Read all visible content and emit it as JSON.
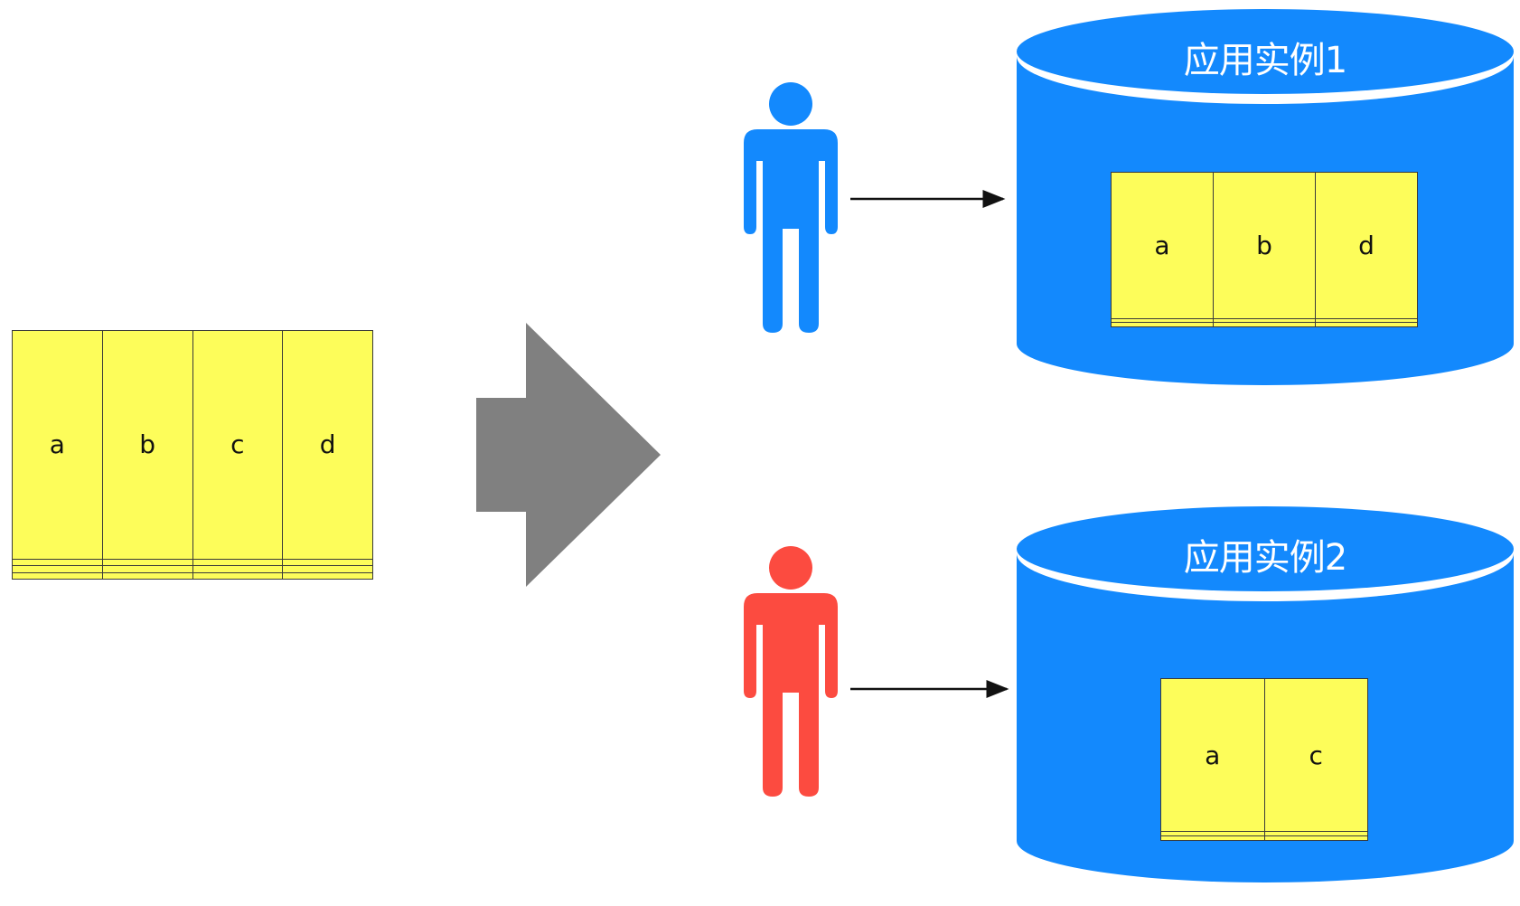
{
  "source_table": {
    "headers": [
      "a",
      "b",
      "c",
      "d"
    ],
    "rows": [
      [
        "",
        "",
        "",
        ""
      ],
      [
        "",
        "",
        "",
        ""
      ],
      [
        "",
        "",
        "",
        ""
      ]
    ]
  },
  "instances": [
    {
      "title": "应用实例1",
      "person_color": "#1389fd",
      "headers": [
        "a",
        "b",
        "d"
      ],
      "rows": [
        [
          "",
          "",
          ""
        ],
        [
          "",
          "",
          ""
        ]
      ]
    },
    {
      "title": "应用实例2",
      "person_color": "#fc4b40",
      "headers": [
        "a",
        "c"
      ],
      "rows": [
        [
          "",
          ""
        ],
        [
          "",
          ""
        ]
      ]
    }
  ],
  "colors": {
    "cylinder": "#1389fd",
    "table_fill": "#fdfd5a",
    "big_arrow": "#808080",
    "arrow_line": "#111111"
  }
}
